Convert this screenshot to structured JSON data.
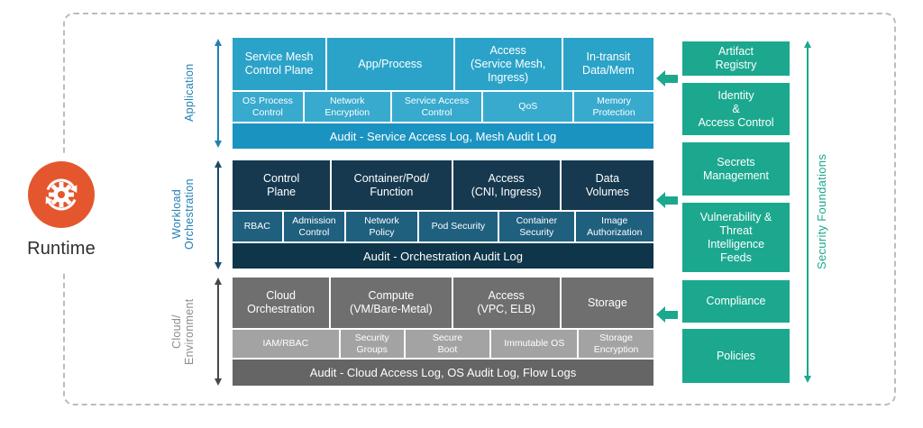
{
  "runtime": {
    "label": "Runtime"
  },
  "security_foundations_label": "Security Foundations",
  "sections": [
    {
      "label": "Application",
      "row1": [
        "Service Mesh\nControl Plane",
        "App/Process",
        "Access\n(Service Mesh,\nIngress)",
        "In-transit\nData/Mem"
      ],
      "row2": [
        "OS Process\nControl",
        "Network\nEncryption",
        "Service Access\nControl",
        "QoS",
        "Memory\nProtection"
      ],
      "audit": "Audit - Service Access Log, Mesh Audit Log"
    },
    {
      "label": "Workload\nOrchestration",
      "row1": [
        "Control\nPlane",
        "Container/Pod/\nFunction",
        "Access\n(CNI, Ingress)",
        "Data\nVolumes"
      ],
      "row2": [
        "RBAC",
        "Admission\nControl",
        "Network\nPolicy",
        "Pod Security",
        "Container\nSecurity",
        "Image\nAuthorization"
      ],
      "audit": "Audit - Orchestration Audit Log"
    },
    {
      "label": "Cloud/\nEnvironment",
      "row1": [
        "Cloud\nOrchestration",
        "Compute\n(VM/Bare-Metal)",
        "Access\n(VPC, ELB)",
        "Storage"
      ],
      "row2": [
        "IAM/RBAC",
        "Security\nGroups",
        "Secure\nBoot",
        "Immutable OS",
        "Storage\nEncryption"
      ],
      "audit": "Audit - Cloud Access Log, OS Audit Log, Flow Logs"
    }
  ],
  "foundations": [
    "Artifact\nRegistry",
    "Identity\n&\nAccess Control",
    "Secrets\nManagement",
    "Vulnerability &\nThreat\nIntelligence\nFeeds",
    "Compliance",
    "Policies"
  ],
  "palette": {
    "app_row1": "#2BA3C9",
    "app_row2": "#38AACE",
    "app_audit": "#1B93C1",
    "app_accent": "#2180B3",
    "workload_row1": "#16394F",
    "workload_row2": "#20607F",
    "workload_audit": "#0E3549",
    "workload_accent": "#1C4966",
    "cloud_row1": "#6F6F6F",
    "cloud_row2": "#A3A3A3",
    "cloud_audit": "#656565",
    "cloud_label": "#8C8C8C",
    "foundation_teal": "#1BA88E",
    "runtime_orange": "#E4572E"
  }
}
